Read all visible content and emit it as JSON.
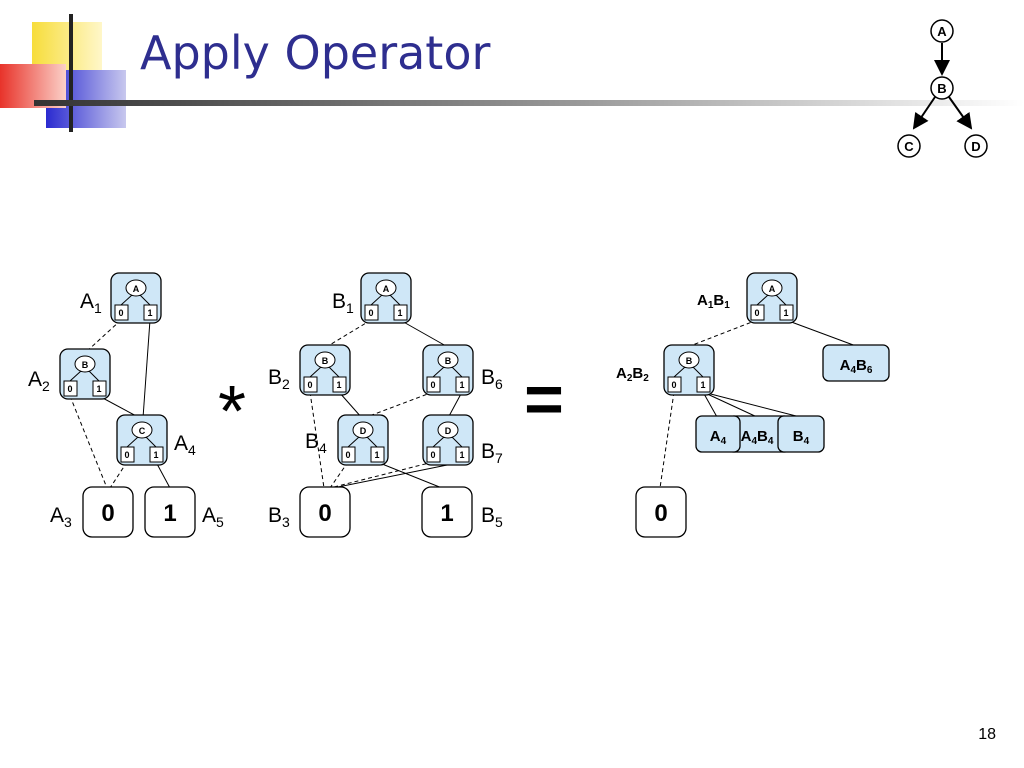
{
  "slide": {
    "title": "Apply Operator",
    "page_number": "18"
  },
  "colors": {
    "title": "#2e2e8f",
    "node_fill": "#cfe7f7",
    "deco_yellow": "#f7dd3b",
    "deco_red": "#e8332a",
    "deco_blue": "#2a2ad0"
  },
  "legend_tree": {
    "nodes": [
      "A",
      "B",
      "C",
      "D"
    ]
  },
  "operators": {
    "multiply": "*",
    "equals": "="
  },
  "bit_labels": {
    "zero": "0",
    "one": "1"
  },
  "diagram_a": {
    "nodes": {
      "a1": "A",
      "a2": "B",
      "a4": "C"
    },
    "terminals": {
      "a3": "0",
      "a5": "1"
    },
    "labels": {
      "a1": {
        "base": "A",
        "sub": "1"
      },
      "a2": {
        "base": "A",
        "sub": "2"
      },
      "a3": {
        "base": "A",
        "sub": "3"
      },
      "a4": {
        "base": "A",
        "sub": "4"
      },
      "a5": {
        "base": "A",
        "sub": "5"
      }
    }
  },
  "diagram_b": {
    "nodes": {
      "b1": "A",
      "b2": "B",
      "b6": "B",
      "b4": "D",
      "b7": "D"
    },
    "terminals": {
      "b3": "0",
      "b5": "1"
    },
    "labels": {
      "b1": {
        "base": "B",
        "sub": "1"
      },
      "b2": {
        "base": "B",
        "sub": "2"
      },
      "b3": {
        "base": "B",
        "sub": "3"
      },
      "b4": {
        "base": "B",
        "sub": "4"
      },
      "b5": {
        "base": "B",
        "sub": "5"
      },
      "b6": {
        "base": "B",
        "sub": "6"
      },
      "b7": {
        "base": "B",
        "sub": "7"
      }
    }
  },
  "diagram_result": {
    "nodes": {
      "r1": "A",
      "r2": "B"
    },
    "terminals": {
      "r0": "0"
    },
    "labels": {
      "r1": {
        "p1": "A",
        "s1": "1",
        "p2": "B",
        "s2": "1"
      },
      "r2": {
        "p1": "A",
        "s1": "2",
        "p2": "B",
        "s2": "2"
      }
    },
    "pending": {
      "a4b6": {
        "p1": "A",
        "s1": "4",
        "p2": "B",
        "s2": "6"
      },
      "a4": {
        "p1": "A",
        "s1": "4"
      },
      "a4b4": {
        "p1": "A",
        "s1": "4",
        "p2": "B",
        "s2": "4"
      },
      "b4": {
        "p1": "B",
        "s1": "4"
      }
    }
  }
}
